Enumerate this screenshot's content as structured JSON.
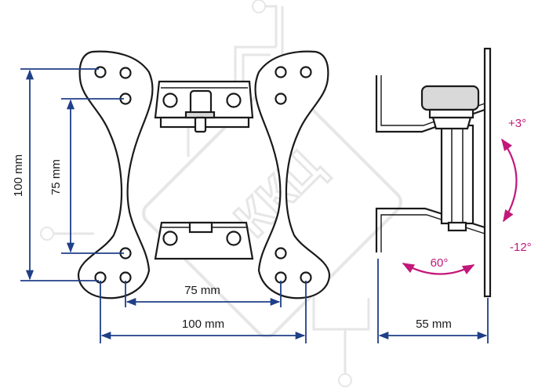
{
  "colors": {
    "dimension": "#1f3f87",
    "angle": "#c2187a",
    "outline": "#1a1a1a",
    "bracket_fill": "#ffffff",
    "knob_fill": "#d9d9d9",
    "watermark": "#e4e4e4"
  },
  "watermark": {
    "text": "ККЦ"
  },
  "front_view": {
    "dim_100_vertical": "100 mm",
    "dim_75_vertical": "75 mm",
    "dim_75_horizontal": "75 mm",
    "dim_100_horizontal": "100 mm"
  },
  "side_view": {
    "depth": "55 mm",
    "tilt_up": "+3°",
    "tilt_down": "-12°",
    "swivel": "60°"
  }
}
